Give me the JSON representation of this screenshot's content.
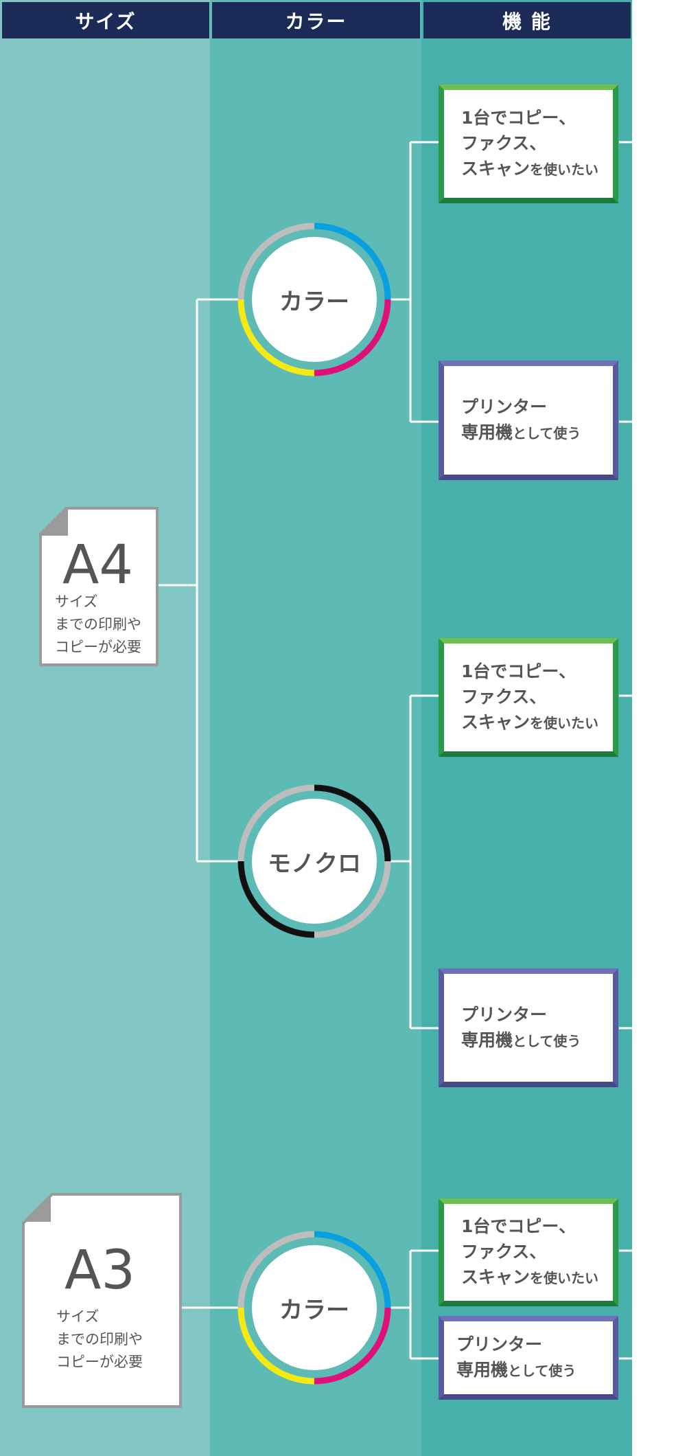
{
  "headers": {
    "size": "サイズ",
    "color": "カラー",
    "function": "機 能"
  },
  "colors": {
    "header_bg": "#1b2a56",
    "size_col": "#82c6c3",
    "color_col": "#5ebab5",
    "func_col": "#47b0ab",
    "ring_cyan": "#0aa0e0",
    "ring_magenta": "#e0107a",
    "ring_yellow": "#f5ea14",
    "ring_gray": "#bdbdbd",
    "ring_black": "#111111",
    "box_green": "#2b9a48",
    "box_purple": "#585aa4"
  },
  "sizes": [
    {
      "big": "A4",
      "line1": "サイズ",
      "line2": "までの印刷や",
      "line3": "コピーが必要"
    },
    {
      "big": "A3",
      "line1": "サイズ",
      "line2": "までの印刷や",
      "line3": "コピーが必要"
    }
  ],
  "color_modes": [
    {
      "label": "カラー",
      "ring": "color"
    },
    {
      "label": "モノクロ",
      "ring": "mono"
    },
    {
      "label": "カラー",
      "ring": "color"
    }
  ],
  "functions": {
    "multi": {
      "line1": "1台でコピー、",
      "line2": "ファクス、",
      "line3a": "スキャン",
      "line3b": "を使いたい"
    },
    "printer": {
      "line1": "プリンター",
      "line2a": "専用機",
      "line2b": "として使う"
    }
  }
}
